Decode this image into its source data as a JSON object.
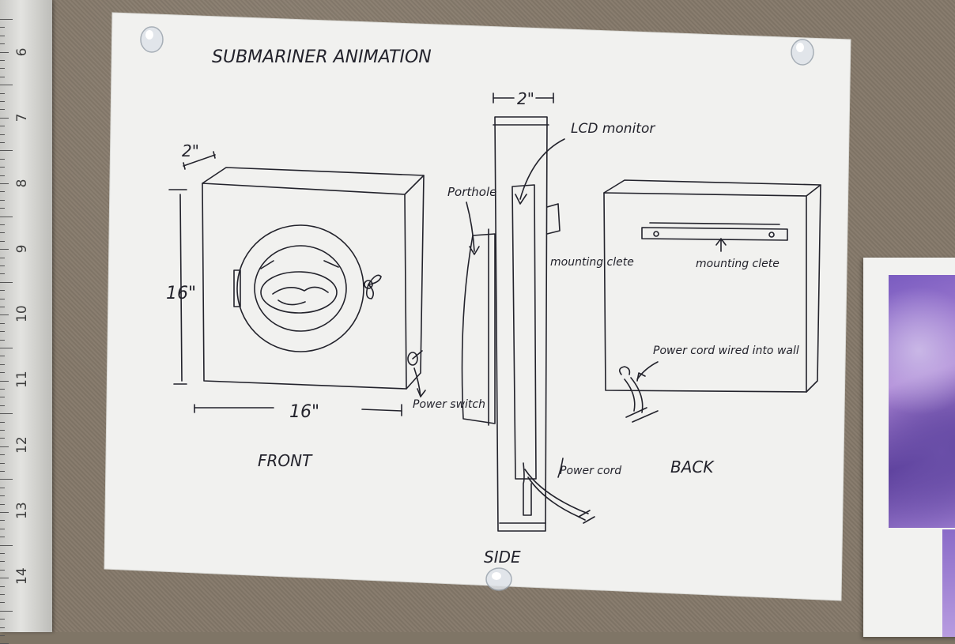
{
  "diagram": {
    "title": "SUBMARINER ANIMATION",
    "front": {
      "label": "FRONT",
      "depth_dim": "2\"",
      "height_dim": "16\"",
      "width_dim": "16\"",
      "power_switch_label": "Power switch"
    },
    "side": {
      "label": "SIDE",
      "width_dim": "2\"",
      "lcd_label": "LCD monitor",
      "porthole_label": "Porthole",
      "mounting_label": "mounting clete",
      "power_cord_label": "Power cord"
    },
    "back": {
      "label": "BACK",
      "mounting_label": "mounting clete",
      "power_cord_label": "Power cord wired into wall"
    }
  },
  "ruler": {
    "numbers": [
      "6",
      "7",
      "8",
      "9",
      "10",
      "11",
      "12",
      "13",
      "14"
    ]
  },
  "colors": {
    "ink": "#23232c",
    "paper": "#f1f1f0",
    "cork": "#85796a",
    "ruler": "#d6d6d3"
  }
}
